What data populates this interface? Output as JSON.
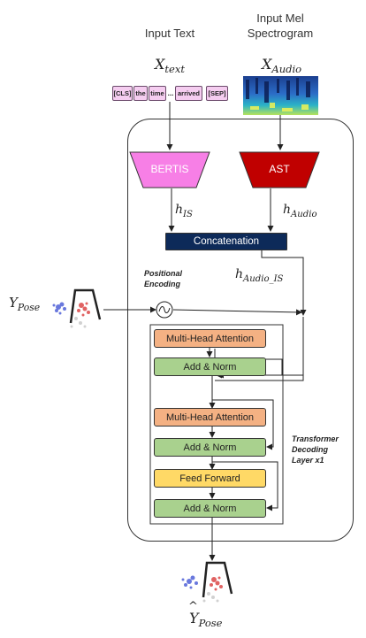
{
  "inputs": {
    "text_title": "Input Text",
    "mel_title_line1": "Input Mel",
    "mel_title_line2": "Spectrogram",
    "x_text_base": "X",
    "x_text_sub": "text",
    "x_audio_base": "X",
    "x_audio_sub": "Audio"
  },
  "tokens": [
    "[CLS]",
    "the",
    "time",
    "...",
    "arrived",
    "[SEP]"
  ],
  "encoders": {
    "bertis": "BERTIS",
    "ast": "AST",
    "h_is_base": "h",
    "h_is_sub": "IS",
    "h_audio_base": "h",
    "h_audio_sub": "Audio",
    "h_audio_is_base": "h",
    "h_audio_is_sub": "Audio_IS",
    "concat": "Concatenation"
  },
  "positional": {
    "line1": "Positional",
    "line2": "Encoding"
  },
  "pose_in": {
    "base": "Y",
    "sub": "Pose"
  },
  "pose_out": {
    "base": "Y",
    "sub": "Pose"
  },
  "decoder": {
    "mha1": "Multi-Head Attention",
    "addnorm1": "Add & Norm",
    "mha2": "Multi-Head Attention",
    "addnorm2": "Add & Norm",
    "ff": "Feed Forward",
    "addnorm3": "Add & Norm",
    "layer_line1": "Transformer",
    "layer_line2": "Decoding",
    "layer_line3": "Layer x1"
  },
  "colors": {
    "bertis_fill": "#f77fe6",
    "ast_fill": "#c00000",
    "concat_fill": "#0d2a59",
    "mha_fill": "#f4b183",
    "addnorm_fill": "#a9d18e",
    "ff_fill": "#ffd966",
    "token_fill": "#f5cdf0"
  }
}
